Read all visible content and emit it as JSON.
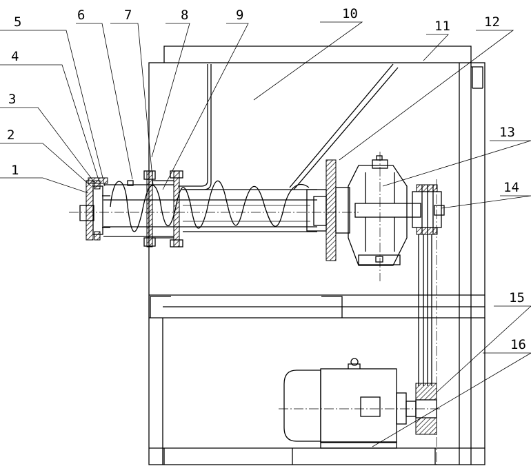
{
  "drawing": {
    "callouts": [
      {
        "id": 1,
        "label": "1"
      },
      {
        "id": 2,
        "label": "2"
      },
      {
        "id": 3,
        "label": "3"
      },
      {
        "id": 4,
        "label": "4"
      },
      {
        "id": 5,
        "label": "5"
      },
      {
        "id": 6,
        "label": "6"
      },
      {
        "id": 7,
        "label": "7"
      },
      {
        "id": 8,
        "label": "8"
      },
      {
        "id": 9,
        "label": "9"
      },
      {
        "id": 10,
        "label": "10"
      },
      {
        "id": 11,
        "label": "11"
      },
      {
        "id": 12,
        "label": "12"
      },
      {
        "id": 13,
        "label": "13"
      },
      {
        "id": 14,
        "label": "14"
      },
      {
        "id": 15,
        "label": "15"
      },
      {
        "id": 16,
        "label": "16"
      }
    ]
  }
}
